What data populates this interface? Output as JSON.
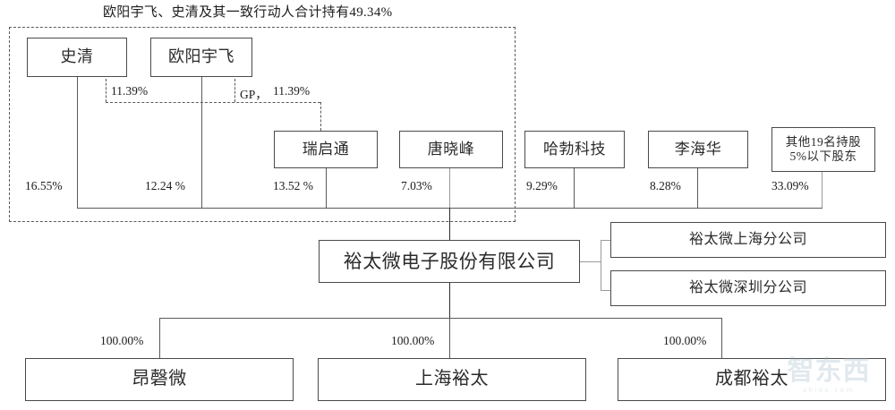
{
  "diagram": {
    "title": "欧阳宇飞、史清及其一致行动人合计持有49.34%",
    "control_group_note": "虚线框：一致行动人控制范围",
    "company": {
      "name": "裕太微电子股份有限公司"
    },
    "top_shareholders": [
      {
        "name": "史清",
        "pct": "16.55%"
      },
      {
        "name": "欧阳宇飞",
        "pct": "12.24 %"
      }
    ],
    "indirect_links": [
      {
        "from": "史清",
        "to": "瑞启通",
        "pct": "11.39%",
        "role": ""
      },
      {
        "from": "欧阳宇飞",
        "to": "瑞启通",
        "pct": "11.39%",
        "role": "GP，"
      }
    ],
    "gp_label": "GP，",
    "gp_pct": "11.39%",
    "lp_pct": "11.39%",
    "mid_shareholders": [
      {
        "name": "瑞启通",
        "pct": "13.52 %"
      },
      {
        "name": "唐晓峰",
        "pct": "7.03%"
      },
      {
        "name": "哈勃科技",
        "pct": "9.29%"
      },
      {
        "name": "李海华",
        "pct": "8.28%"
      },
      {
        "name": "其他19名持股5%以下股东",
        "name_line1": "其他19名持股",
        "name_line2": "5%以下股东",
        "pct": "33.09%"
      }
    ],
    "branches": [
      {
        "name": "裕太微上海分公司"
      },
      {
        "name": "裕太微深圳分公司"
      }
    ],
    "subsidiaries": [
      {
        "name": "昂磬微",
        "pct": "100.00%"
      },
      {
        "name": "上海裕太",
        "pct": "100.00%"
      },
      {
        "name": "成都裕太",
        "pct": "100.00%"
      }
    ],
    "watermark": {
      "text": "智东西",
      "sub": "zhidx.com"
    },
    "colors": {
      "box_border": "#4a4a4a",
      "line": "#5a5a5a",
      "dashed": "#5a5a5a",
      "text": "#2b2b2b",
      "watermark": "#9fb9c9"
    }
  }
}
